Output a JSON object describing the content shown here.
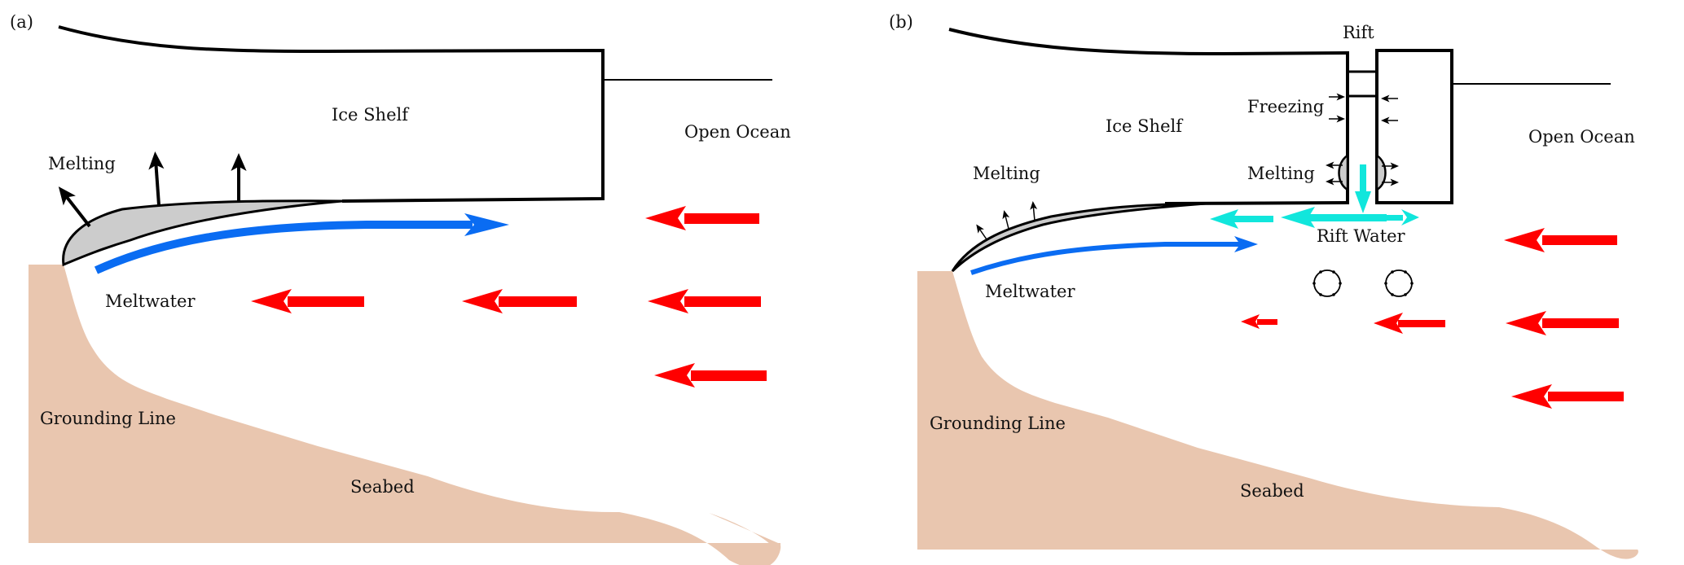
{
  "panels": [
    {
      "id": "a",
      "panel_label": "(a)",
      "labels": {
        "ice_shelf": "Ice Shelf",
        "open_ocean": "Open Ocean",
        "melting": "Melting",
        "meltwater": "Meltwater",
        "grounding_line": "Grounding Line",
        "seabed": "Seabed"
      },
      "flows": {
        "meltwater_outflow": "rightward along ice base",
        "ocean_inflow_arrows": 5
      }
    },
    {
      "id": "b",
      "panel_label": "(b)",
      "labels": {
        "rift": "Rift",
        "ice_shelf": "Ice Shelf",
        "open_ocean": "Open Ocean",
        "freezing": "Freezing",
        "melting_rift": "Melting",
        "melting_base": "Melting",
        "rift_water": "Rift Water",
        "meltwater": "Meltwater",
        "grounding_line": "Grounding Line",
        "seabed": "Seabed"
      },
      "flows": {
        "meltwater_outflow": "rightward along ice base",
        "rift_water_arrows": 4,
        "eddies": 2,
        "ocean_inflow_arrows": 5
      }
    }
  ],
  "colors": {
    "seabed": "#E9C6AF",
    "meltwater_arrow": "#0A6CF2",
    "ocean_arrow": "#FF0000",
    "rift_water_arrow": "#11E6DC",
    "melt_lens": "#CCCCCC",
    "outline": "#000000"
  }
}
